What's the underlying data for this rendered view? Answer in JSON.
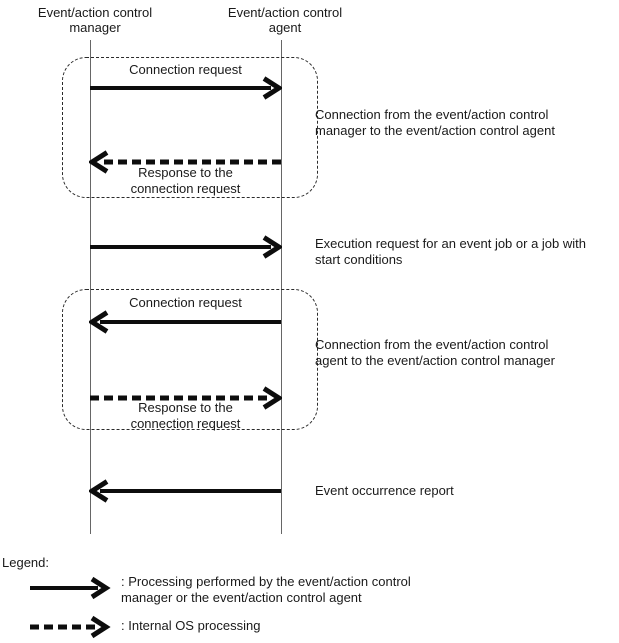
{
  "actors": {
    "manager": "Event/action control\nmanager",
    "agent": "Event/action control\nagent"
  },
  "messages": [
    {
      "label": "Connection request",
      "style": "solid",
      "from": "manager",
      "to": "agent"
    },
    {
      "label": "Response to the\nconnection request",
      "style": "dashed",
      "from": "agent",
      "to": "manager"
    },
    {
      "label": "",
      "note": "Execution request for an event job or a job with\nstart conditions",
      "style": "solid",
      "from": "manager",
      "to": "agent"
    },
    {
      "label": "Connection request",
      "style": "solid",
      "from": "agent",
      "to": "manager"
    },
    {
      "label": "Response to the\nconnection request",
      "style": "dashed",
      "from": "manager",
      "to": "agent"
    },
    {
      "label": "",
      "note": "Event occurrence report",
      "style": "solid",
      "from": "agent",
      "to": "manager"
    }
  ],
  "groups": [
    {
      "note": "Connection from the event/action control\nmanager to the event/action control agent"
    },
    {
      "note": "Connection from the event/action control\nagent to the event/action control manager"
    }
  ],
  "legend": {
    "title": "Legend:",
    "items": [
      {
        "symbol": "solid-arrow",
        "text": ": Processing performed by the event/action control\nmanager or the event/action control agent"
      },
      {
        "symbol": "dashed-arrow",
        "text": ": Internal OS processing"
      }
    ]
  },
  "colors": {
    "arrow": "#0d0d0d",
    "lifeline": "#666666",
    "group_border": "#2b2b2b",
    "text": "#1a1a1a",
    "background": "#ffffff"
  }
}
